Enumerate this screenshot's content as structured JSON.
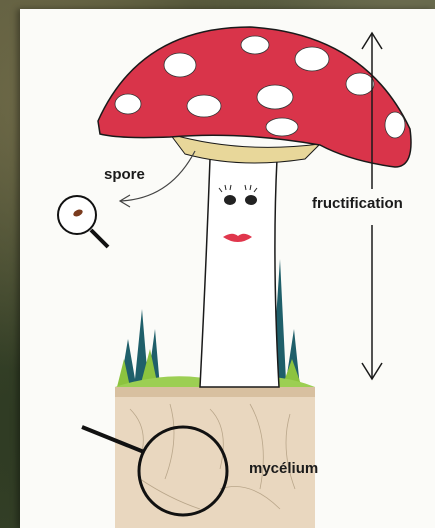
{
  "labels": {
    "spore": "spore",
    "fructification": "fructification",
    "mycelium": "mycélium"
  },
  "colors": {
    "cap": "#d9344a",
    "cap_spots": "#ffffff",
    "gills": "#e8d79a",
    "grass_dark": "#1f5f6a",
    "grass_light": "#8cc33f",
    "soil": "#e6d2b8",
    "lines": "#1a1a1a"
  },
  "icons": {
    "magnifier_spore": "magnifying-glass-icon",
    "magnifier_mycelium": "magnifying-glass-icon"
  }
}
